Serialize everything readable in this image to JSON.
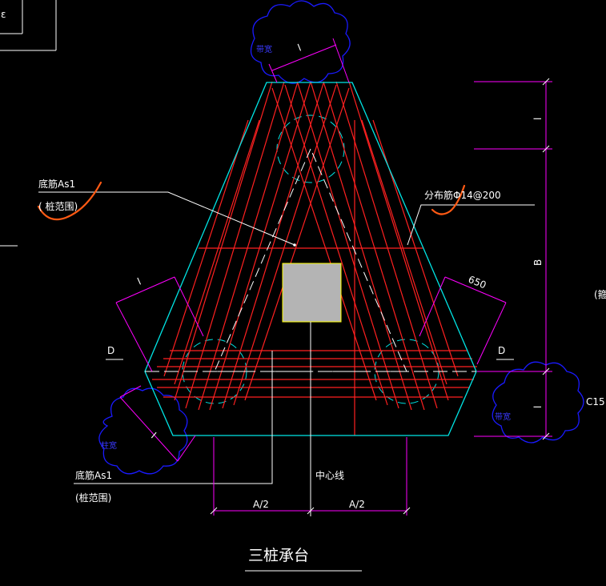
{
  "drawing": {
    "title": "三桩承台",
    "labels": {
      "bottom_rebar_top": "底筋As1",
      "pile_range_top": "( 桩范围)",
      "bottom_rebar_bottom": "底筋As1",
      "pile_range_bottom": "(桩范围)",
      "distribution_rebar": "分布筋Φ14@200",
      "center_line": "中心线",
      "dim_half_left": "A/2",
      "dim_half_right": "A/2",
      "dim_b": "B",
      "dim_650": "650",
      "dim_l_top": "l",
      "dim_l_left": "l",
      "dim_l_right": "l",
      "dim_l_bottom_left": "l",
      "dim_l_vertical_bottom": "l",
      "section_d_left": "D",
      "section_d_right": "D",
      "concrete_grade": "C15",
      "right_edge_mark": "(箍",
      "cloud_top": "带宽",
      "cloud_left": "柱宽",
      "cloud_right": "带宽"
    }
  },
  "colors": {
    "background": "#000000",
    "outline": "#00e5e5",
    "rebar": "#ff2020",
    "dimension": "#ff00ff",
    "text": "#ffffff",
    "cloud": "#1a1aff",
    "column_fill": "#b4b4b4",
    "column_border": "#ffff00",
    "annotation_mark": "#ff5a14",
    "pile_circle": "#00e5e5"
  }
}
